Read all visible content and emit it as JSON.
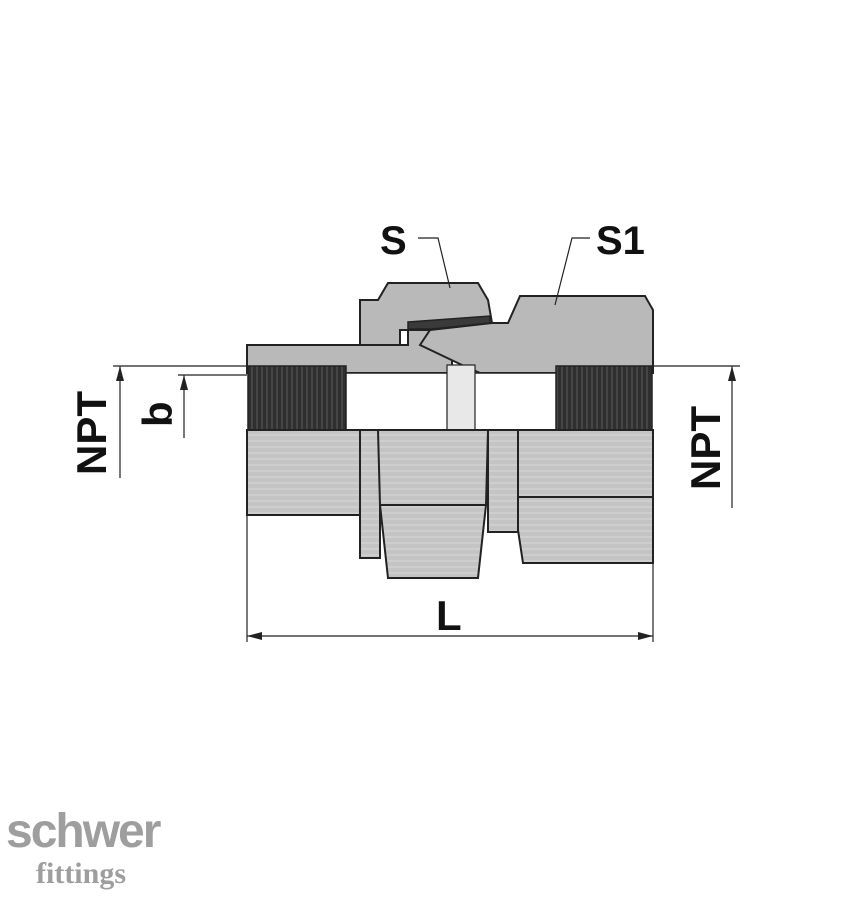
{
  "labels": {
    "s": "S",
    "s1": "S1",
    "npt_left": "NPT",
    "b": "b",
    "npt_right": "NPT",
    "l": "L"
  },
  "brand": {
    "name": "schwer",
    "sub": "fittings"
  },
  "colors": {
    "steel": "#b9b9b9",
    "hex": "#c9c9c9",
    "thread": "#3a3a3a",
    "logo": "#9e9e9e"
  }
}
